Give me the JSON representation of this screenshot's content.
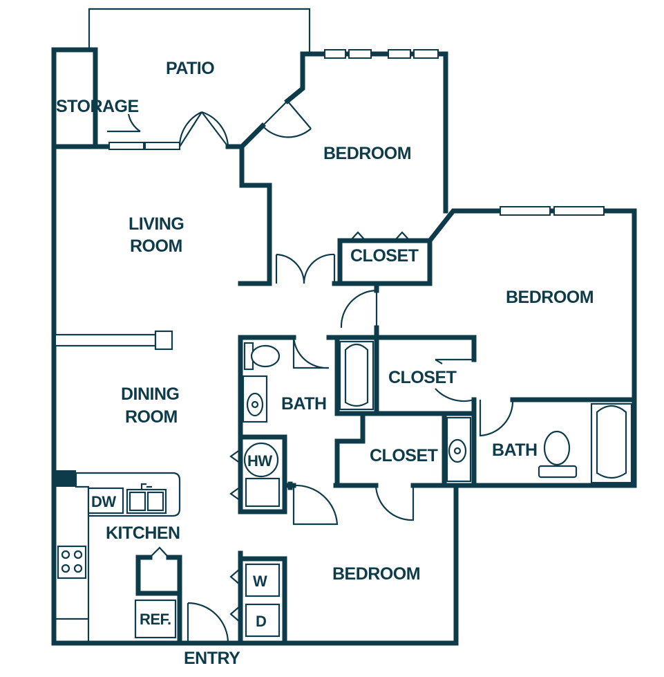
{
  "colors": {
    "ink": "#0d3b4a",
    "paper": "#ffffff"
  },
  "rooms": {
    "patio": "PATIO",
    "storage": "STORAGE",
    "bedroom_1": "BEDROOM",
    "living_line1": "LIVING",
    "living_line2": "ROOM",
    "closet_1": "CLOSET",
    "bedroom_2": "BEDROOM",
    "dining_line1": "DINING",
    "dining_line2": "ROOM",
    "bath_1": "BATH",
    "closet_2": "CLOSET",
    "closet_3": "CLOSET",
    "bath_2": "BATH",
    "kitchen": "KITCHEN",
    "bedroom_3": "BEDROOM",
    "entry": "ENTRY"
  },
  "fixtures": {
    "water_heater": "HW",
    "dishwasher": "DW",
    "refrigerator": "REF.",
    "washer": "W",
    "dryer": "D"
  },
  "icons": {
    "door_swing": "door-swing-icon",
    "window": "window-icon",
    "toilet": "toilet-icon",
    "sink": "sink-icon",
    "tub": "bathtub-icon",
    "stove": "stove-icon"
  }
}
